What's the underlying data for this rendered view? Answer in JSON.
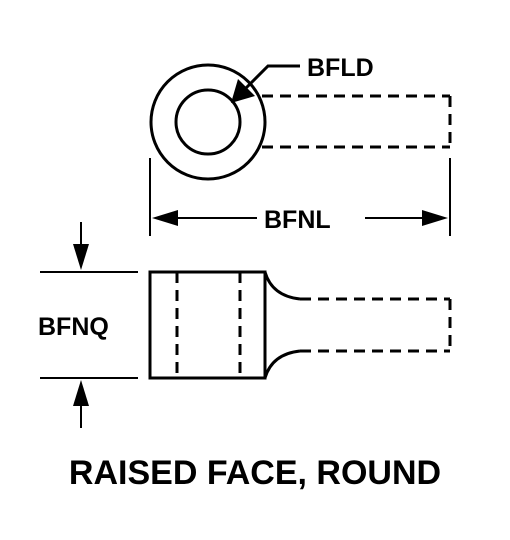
{
  "diagram": {
    "title": "RAISED FACE, ROUND",
    "labels": {
      "top_view_callout": "BFLD",
      "length_dimension": "BFNL",
      "height_dimension": "BFNQ"
    },
    "colors": {
      "line": "#000000",
      "background": "#ffffff"
    }
  }
}
